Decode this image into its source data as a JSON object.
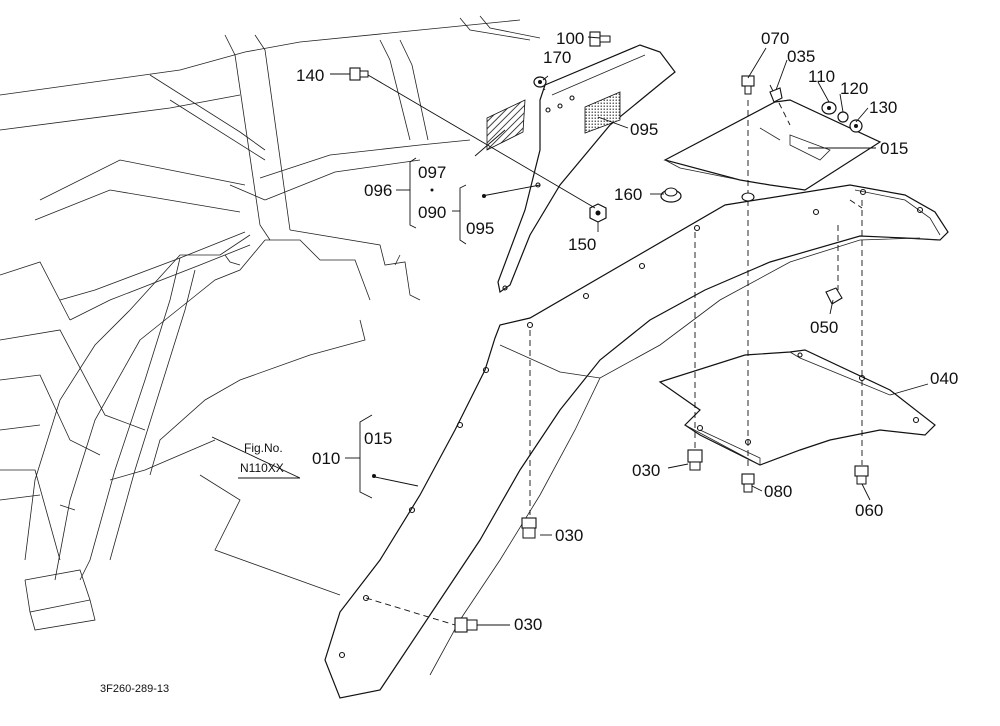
{
  "labels": {
    "p100": "100",
    "p170": "170",
    "p140": "140",
    "p070": "070",
    "p035": "035",
    "p110": "110",
    "p120": "120",
    "p130": "130",
    "p015_top": "015",
    "p095_right": "095",
    "p097": "097",
    "p096": "096",
    "p090": "090",
    "p095_left": "095",
    "p160": "160",
    "p150": "150",
    "p050": "050",
    "p040": "040",
    "p030_right": "030",
    "p080": "080",
    "p060": "060",
    "p030_mid": "030",
    "p030_bottom": "030",
    "p010": "010",
    "p015_left": "015"
  },
  "fig_ref": {
    "line1": "Fig.No.",
    "line2": "N110XX"
  },
  "drawing_code": "3F260-289-13"
}
